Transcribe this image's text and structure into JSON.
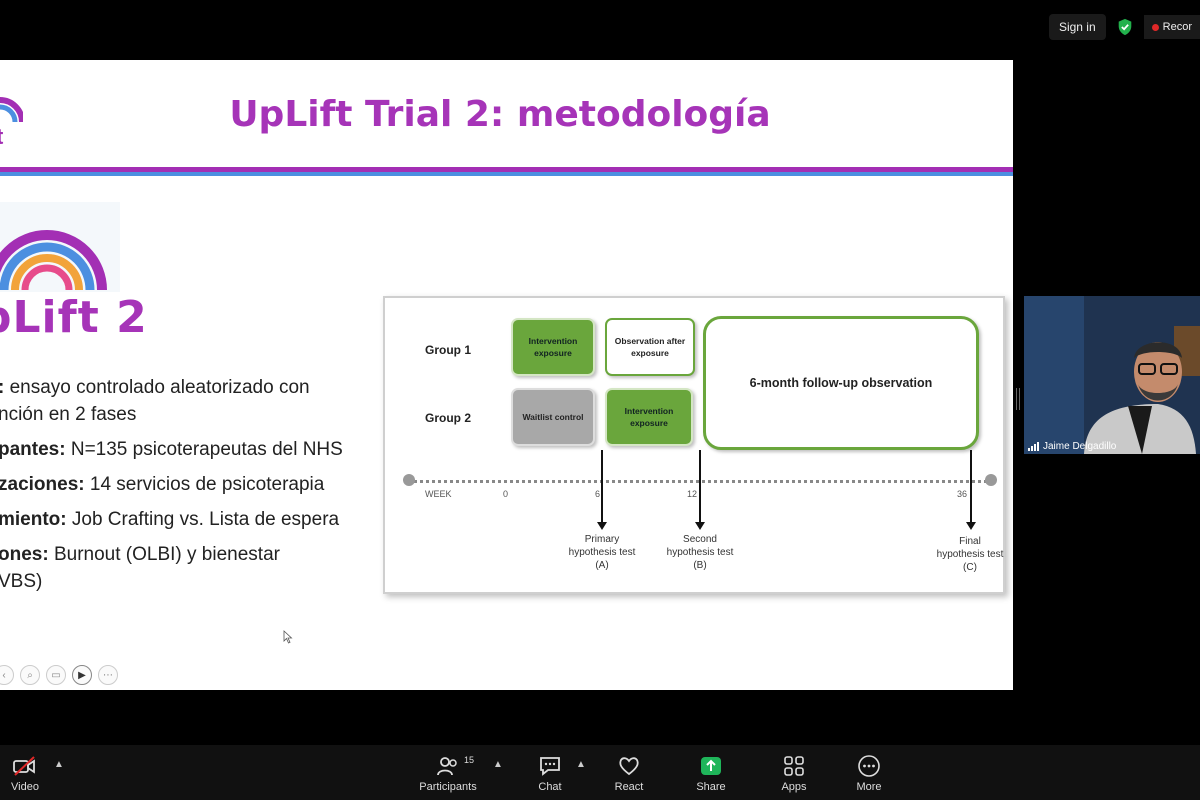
{
  "topbar": {
    "signin_label": "Sign in",
    "recording_label": "Recor"
  },
  "slide": {
    "title": "UpLift Trial 2: metodología",
    "logo_small_text": "t",
    "brand_text": "pLift 2",
    "bullets": [
      {
        "strong": ":",
        "text": " ensayo controlado aleatorizado con"
      },
      {
        "strong": "",
        "text": "nción en 2 fases"
      },
      {
        "strong": "pantes:",
        "text": " N=135 psicoterapeutas del NHS"
      },
      {
        "strong": "zaciones:",
        "text": " 14 servicios de psicoterapia"
      },
      {
        "strong": "miento:",
        "text": " Job Crafting vs. Lista de espera"
      },
      {
        "strong": "ones:",
        "text": " Burnout (OLBI) y bienestar"
      },
      {
        "strong": "",
        "text": "VBS)"
      }
    ]
  },
  "diagram": {
    "group1_label": "Group 1",
    "group2_label": "Group 2",
    "g1_box1": "Intervention exposure",
    "g1_box2": "Observation after exposure",
    "g2_box1": "Waitlist control",
    "g2_box2": "Intervention exposure",
    "followup": "6-month follow-up observation",
    "week_label": "WEEK",
    "ticks": [
      "0",
      "6",
      "12",
      "36"
    ],
    "hyp_a": "Primary hypothesis test (A)",
    "hyp_b": "Second hypothesis test (B)",
    "hyp_c": "Final hypothesis test (C)"
  },
  "participant": {
    "name": "Jaime Delgadillo"
  },
  "toolbar": {
    "video_label": "Video",
    "participants_label": "Participants",
    "participants_count": "15",
    "chat_label": "Chat",
    "react_label": "React",
    "share_label": "Share",
    "apps_label": "Apps",
    "more_label": "More"
  },
  "colors": {
    "title_purple": "#a634b8",
    "accent_blue": "#4c8fe0",
    "box_green": "#6aa63c",
    "share_green": "#1fb55a",
    "recording_red": "#e02828"
  }
}
